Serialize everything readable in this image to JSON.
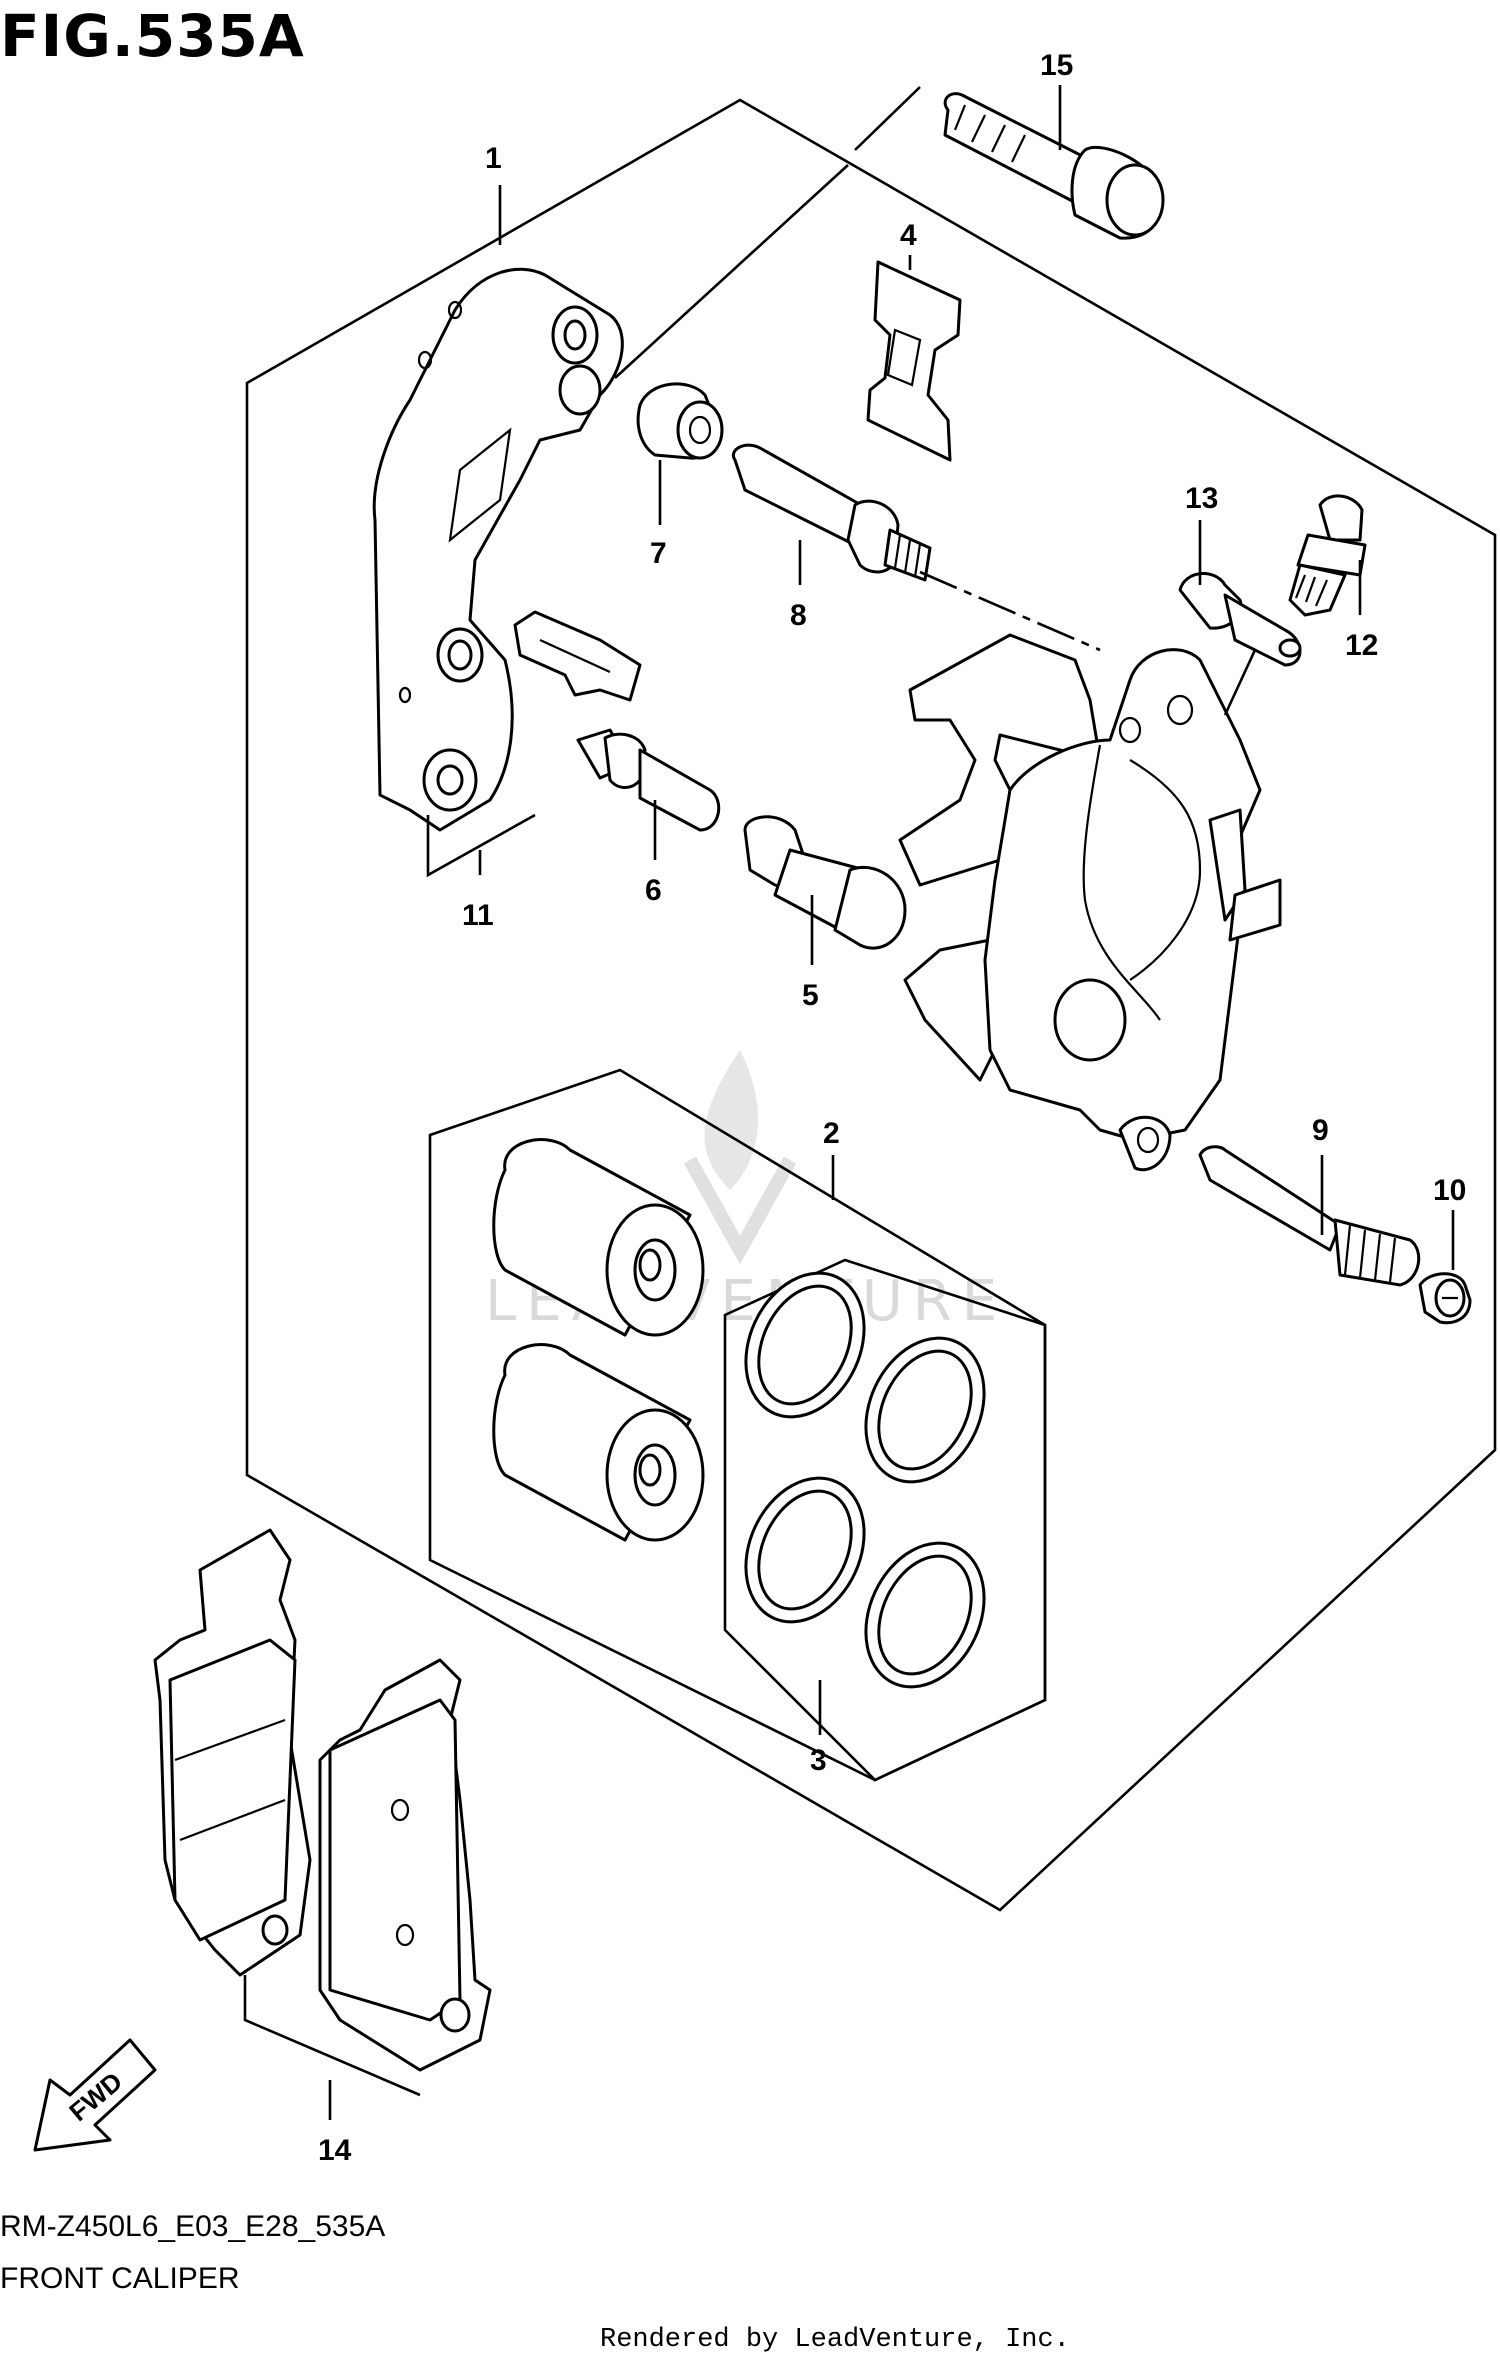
{
  "figure": {
    "title": "FIG.535A"
  },
  "footer": {
    "model_code": "RM-Z450L6_E03_E28_535A",
    "section_name": "FRONT CALIPER",
    "rendered_by": "Rendered by LeadVenture, Inc."
  },
  "watermark": {
    "text": "LEADVENTURE"
  },
  "fwd_arrow": {
    "label": "FWD"
  },
  "callouts": [
    "1",
    "2",
    "3",
    "4",
    "5",
    "6",
    "7",
    "8",
    "9",
    "10",
    "11",
    "12",
    "13",
    "14",
    "15"
  ]
}
